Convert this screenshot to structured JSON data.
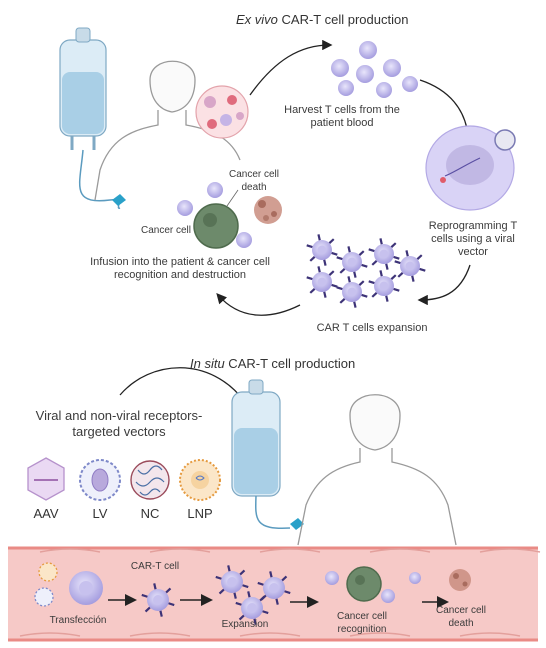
{
  "top_section": {
    "title_italic": "Ex vivo",
    "title_rest": " CAR-T cell production",
    "steps": {
      "harvest": "Harvest T cells from the patient blood",
      "reprogram": "Reprogramming T cells using a viral vector",
      "expansion": "CAR T cells expansion",
      "infusion": "Infusion into the patient & cancer cell recognition and destruction"
    },
    "cancer_cell": "Cancer cell",
    "cancer_cell_death": "Cancer cell death"
  },
  "bottom_section": {
    "title_italic": "In situ",
    "title_rest": "  CAR-T cell production",
    "vectors_heading": "Viral and non-viral receptors-targeted vectors",
    "vectors": [
      {
        "label": "AAV",
        "icon": "aav-capsid-icon",
        "color": "#c9a7d8"
      },
      {
        "label": "LV",
        "icon": "lentivirus-icon",
        "color": "#9aa4d6"
      },
      {
        "label": "NC",
        "icon": "nanocarrier-icon",
        "color": "#c06a6a"
      },
      {
        "label": "LNP",
        "icon": "lipid-nanoparticle-icon",
        "color": "#e8a85c"
      }
    ],
    "vessel_steps": {
      "transfection": "Transfección",
      "car_t_cell": "CAR-T cell",
      "expansion": "Expansion",
      "recognition": "Cancer cell recognition",
      "death": "Cancer cell death"
    }
  },
  "colors": {
    "vessel_fill": "#f6c9c7",
    "vessel_border": "#e98b86",
    "tcell": "#b9b2e6",
    "tcell_nucleus": "#8f86cf",
    "cancer_cell": "#6d8a6b",
    "iv_fluid": "#a9cfe6"
  }
}
